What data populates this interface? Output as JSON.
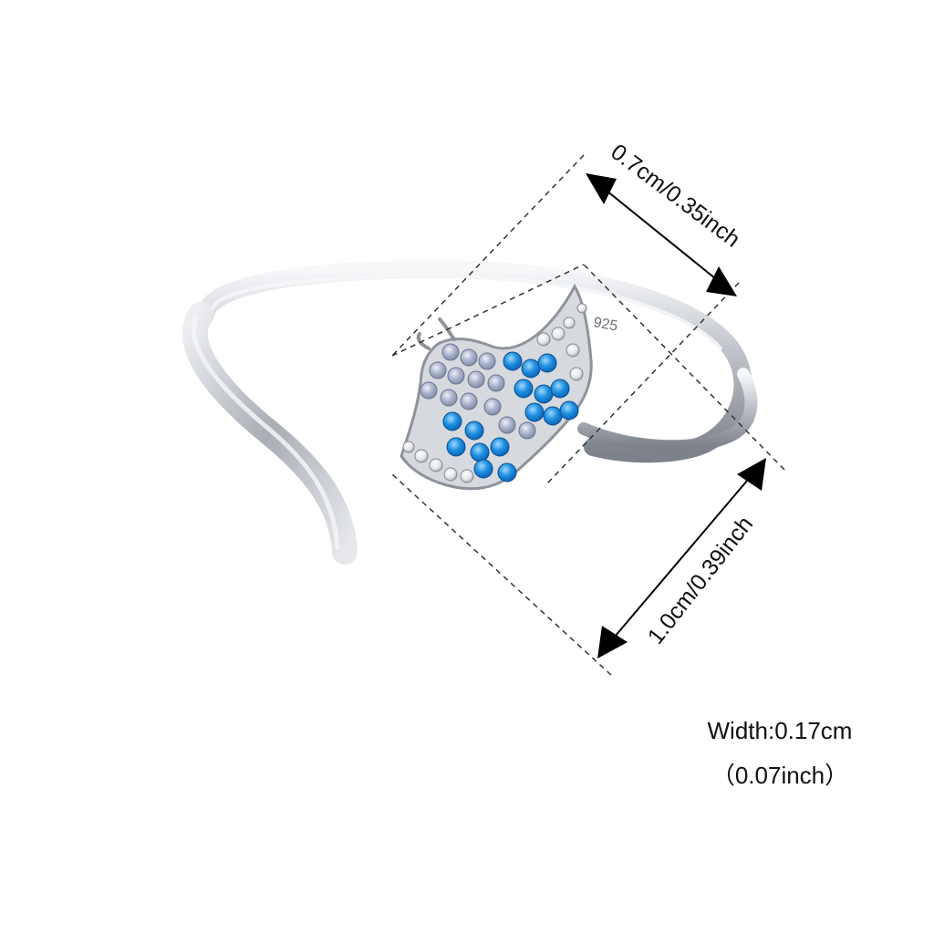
{
  "dimensions": {
    "length_label": "0.7cm/0.35inch",
    "height_label": "1.0cm/0.39inch",
    "width_label": "Width:0.17cm",
    "width_inch_label": "（0.07inch）"
  },
  "engraving": "925",
  "colors": {
    "background": "#ffffff",
    "silver": "#c9ccd1",
    "stone_blue": "#1e8fe0",
    "stone_lavender": "#aab3cc",
    "stone_clear": "#f1f3f6"
  }
}
